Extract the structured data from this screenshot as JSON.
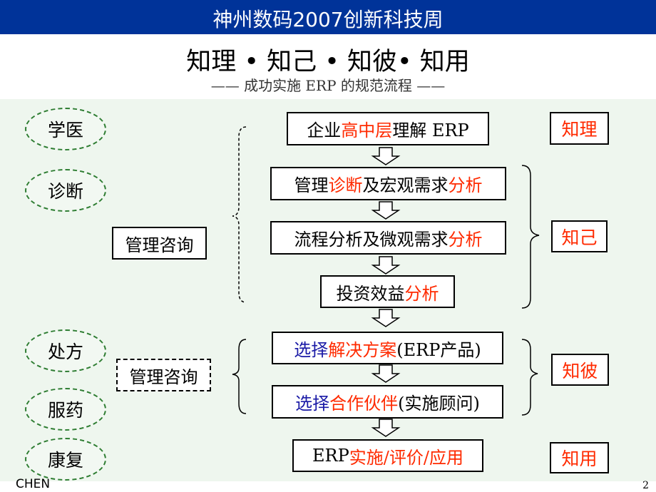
{
  "header": {
    "event": "神州数码2007创新科技周"
  },
  "slide": {
    "title": "知理 • 知己 • 知彼•  知用",
    "subtitle": "——  成功实施 ERP 的规范流程  ——"
  },
  "left_labels": [
    "学医",
    "诊断",
    "处方",
    "服药",
    "康复"
  ],
  "consult": [
    "管理咨询",
    "管理咨询"
  ],
  "steps": [
    {
      "parts": [
        "企业",
        "高中层",
        "理解 ERP"
      ]
    },
    {
      "parts": [
        "管理",
        "诊断",
        "及宏观需求",
        "分析"
      ]
    },
    {
      "parts": [
        "流程分析及微观需求",
        "分析"
      ]
    },
    {
      "parts": [
        "投资效益",
        "分析"
      ]
    },
    {
      "parts": [
        "选择",
        "解决方案",
        "(ERP产品)"
      ]
    },
    {
      "parts": [
        "选择",
        "合作伙伴",
        "(实施顾问)"
      ]
    },
    {
      "parts": [
        "ERP ",
        "实施/评价/应用"
      ]
    }
  ],
  "tags": [
    "知理",
    "知己",
    "知彼",
    "知用"
  ],
  "footer": {
    "author": "CHEN",
    "page": "2"
  },
  "colors": {
    "header_bg": "#003399",
    "accent_red": "#ff2a00",
    "accent_blue": "#1a1aa6",
    "panel_bg": "#eef6ee"
  }
}
